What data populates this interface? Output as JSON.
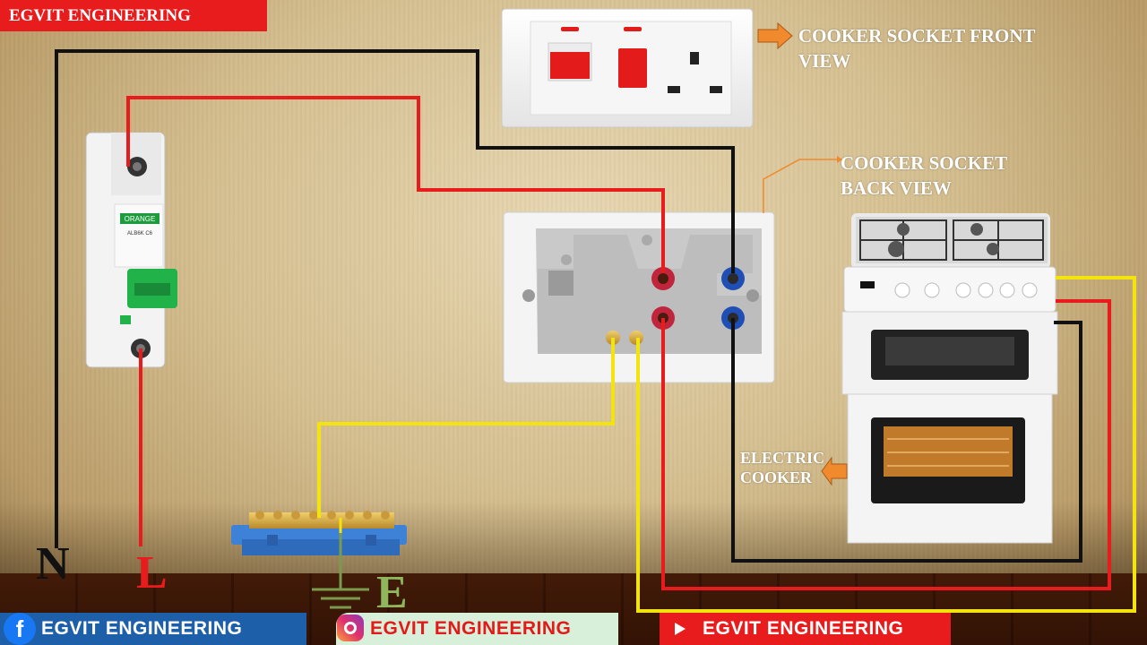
{
  "brand": "EGVIT ENGINEERING",
  "labels": {
    "front_view_line1": "COOKER SOCKET FRONT",
    "front_view_line2": "VIEW",
    "back_view_line1": "COOKER SOCKET",
    "back_view_line2": "BACK VIEW",
    "cooker_line1": "ELECTRIC",
    "cooker_line2": "COOKER"
  },
  "terminals": {
    "neutral": "N",
    "live": "L",
    "earth": "E"
  },
  "breaker": {
    "brand": "ORANGE",
    "model": "ALB6K C6"
  },
  "footer": {
    "facebook": "EGVIT ENGINEERING",
    "instagram": "EGVIT ENGINEERING",
    "youtube": "EGVIT ENGINEERING"
  },
  "colors": {
    "live_wire": "#e81c1c",
    "neutral_wire": "#111111",
    "earth_wire": "#f2e40c",
    "arrow": "#f08a2c",
    "label_text": "#ffffff"
  }
}
